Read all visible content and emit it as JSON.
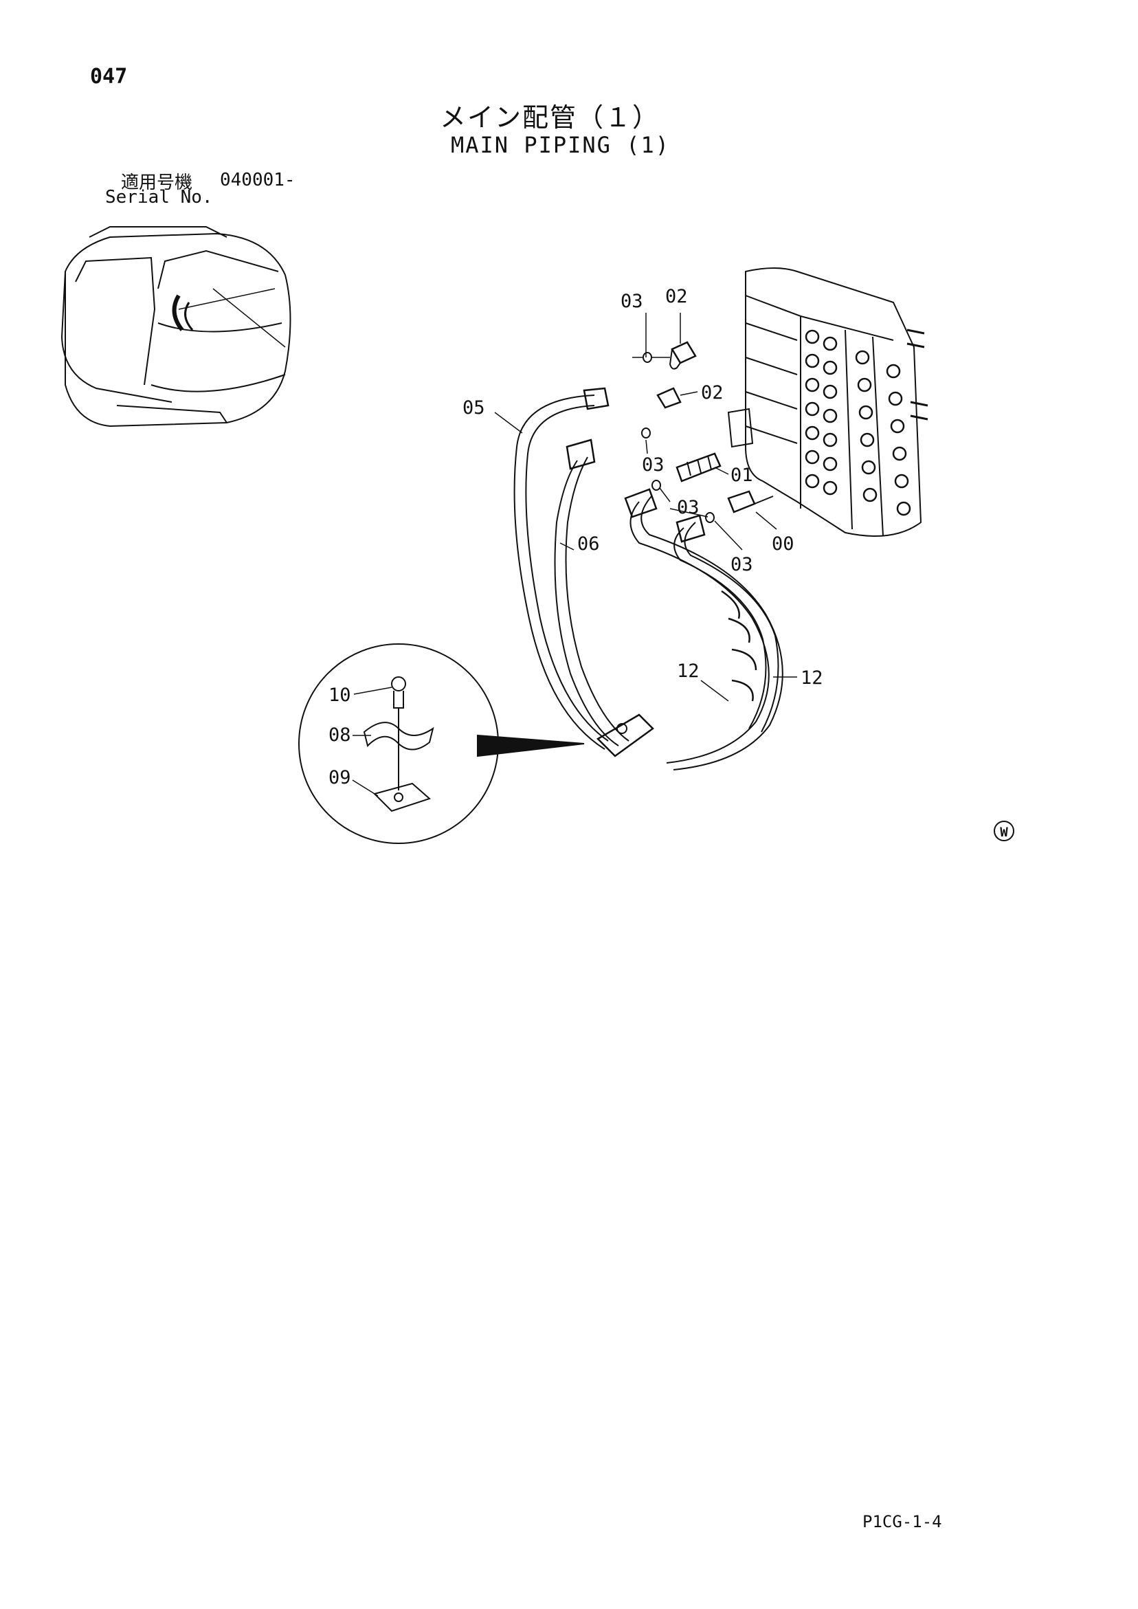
{
  "header": {
    "page_number": "047",
    "title_jp": "メイン配管（１）",
    "title_en": "MAIN PIPING (1)",
    "serial_label_jp": "適用号機",
    "serial_number": "040001-",
    "serial_label_en": "Serial No."
  },
  "callouts": {
    "c00": "00",
    "c01": "01",
    "c02a": "02",
    "c02b": "02",
    "c03a": "03",
    "c03b": "03",
    "c03c": "03",
    "c03d": "03",
    "c05": "05",
    "c06": "06",
    "c08": "08",
    "c09": "09",
    "c10": "10",
    "c12a": "12",
    "c12b": "12"
  },
  "marks": {
    "circle_letter": "W"
  },
  "footer": {
    "code": "P1CG-1-4"
  }
}
